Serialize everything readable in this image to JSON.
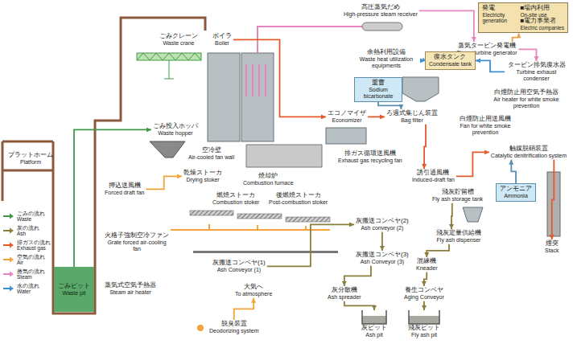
{
  "diagram": {
    "nodes": [
      {
        "text": [
          "高圧蒸気だめ",
          "High-pressure steam receiver"
        ]
      },
      {
        "text": [
          "発電",
          "Electricity generation",
          "■場内利用",
          "On-site use",
          "■電力事業者",
          "Electric companies"
        ]
      },
      {
        "text": [
          "蒸気タービン発電機",
          "Steam turbine generator"
        ]
      },
      {
        "text": [
          "ごみクレーン",
          "Waste crane"
        ]
      },
      {
        "text": [
          "ボイラ",
          "Boiler"
        ]
      },
      {
        "text": [
          "余熱利用設備",
          "Waste heat utilization equipments"
        ]
      },
      {
        "text": [
          "復水タンク",
          "Condensate tank"
        ]
      },
      {
        "text": [
          "タービン排気復水器",
          "Turbine exhaust condenser"
        ]
      },
      {
        "text": [
          "重曹",
          "Sodium bicarbonate"
        ]
      },
      {
        "text": [
          "白煙防止用空気予熱器",
          "Air heater for white smoke prevention"
        ]
      },
      {
        "text": [
          "エコノマイザ",
          "Economizer"
        ]
      },
      {
        "text": [
          "ろ過式集じん装置",
          "Bag filter"
        ]
      },
      {
        "text": [
          "白煙防止用送風機",
          "Fan for white smoke prevention"
        ]
      },
      {
        "text": [
          "ごみ投入ホッパ",
          "Waste hopper"
        ]
      },
      {
        "text": [
          "空冷壁",
          "Air-cooled fan wall"
        ]
      },
      {
        "text": [
          "排ガス循環送風機",
          "Exhaust gas recycling fan"
        ]
      },
      {
        "text": [
          "触媒脱硝装置",
          "Catalytic denitrification system"
        ]
      },
      {
        "text": [
          "誘引通風機",
          "Induced-draft fan"
        ]
      },
      {
        "text": [
          "アンモニア",
          "Ammonia"
        ]
      },
      {
        "text": [
          "焼却炉",
          "Combustion furnace"
        ]
      },
      {
        "text": [
          "プラットホーム",
          "Platform"
        ]
      },
      {
        "text": [
          "押込送風機",
          "Forced draft fan"
        ]
      },
      {
        "text": [
          "乾燥ストーカ",
          "Drying stoker"
        ]
      },
      {
        "text": [
          "燃焼ストーカ",
          "Combustion stoker"
        ]
      },
      {
        "text": [
          "後燃焼ストーカ",
          "Post-combustion stoker"
        ]
      },
      {
        "text": [
          "飛灰貯留槽",
          "Fly ash storage tank"
        ]
      },
      {
        "text": [
          "灰搬送コンベヤ(2)",
          "Ash conveyor (2)"
        ]
      },
      {
        "text": [
          "火格子強制空冷ファン",
          "Grate forced air-cooling fan"
        ]
      },
      {
        "text": [
          "飛灰定量供給機",
          "Fly ash dispenser"
        ]
      },
      {
        "text": [
          "煙突",
          "Stack"
        ]
      },
      {
        "text": [
          "灰搬送コンベヤ(3)",
          "Ash Conveyor (3)"
        ]
      },
      {
        "text": [
          "混練機",
          "Kneader"
        ]
      },
      {
        "text": [
          "灰搬送コンベヤ(1)",
          "Ash Conveyor (1)"
        ]
      },
      {
        "text": [
          "ごみピット",
          "Waste pit"
        ]
      },
      {
        "text": [
          "蒸気式空気予熱器",
          "Steam air heater"
        ]
      },
      {
        "text": [
          "大気へ",
          "To atmosphere"
        ]
      },
      {
        "text": [
          "灰分散機",
          "Ash spreader"
        ]
      },
      {
        "text": [
          "養生コンベヤ",
          "Aging Conveyor"
        ]
      },
      {
        "text": [
          "脱臭装置",
          "Deodorizing system"
        ]
      },
      {
        "text": [
          "灰ピット",
          "Ash pit"
        ]
      },
      {
        "text": [
          "飛灰ピット",
          "Fly ash pit"
        ]
      }
    ],
    "edges": [
      {
        "from": 0,
        "to": 2,
        "arrow": "to"
      },
      {
        "from": 2,
        "to": 1,
        "arrow": "to"
      },
      {
        "from": 2,
        "to": 7,
        "arrow": "to"
      },
      {
        "from": 7,
        "to": 6,
        "arrow": "to"
      },
      {
        "from": 5,
        "to": 6,
        "arrow": "to"
      },
      {
        "from": 8,
        "to": 11,
        "arrow": "to"
      },
      {
        "from": 10,
        "to": 11,
        "arrow": "to"
      },
      {
        "from": 11,
        "to": 17,
        "arrow": "to"
      },
      {
        "from": 17,
        "to": 16,
        "arrow": "to"
      },
      {
        "from": 18,
        "to": 16,
        "arrow": "to"
      },
      {
        "from": 16,
        "to": 29,
        "arrow": "to"
      },
      {
        "from": 25,
        "to": 28,
        "arrow": "to"
      },
      {
        "from": 28,
        "to": 31,
        "arrow": "to"
      },
      {
        "from": 31,
        "to": 37,
        "arrow": "to"
      },
      {
        "from": 37,
        "to": 40,
        "arrow": "to"
      },
      {
        "from": 30,
        "to": 36,
        "arrow": "to"
      },
      {
        "from": 36,
        "to": 39,
        "arrow": "to"
      },
      {
        "from": 26,
        "to": 30,
        "arrow": "to"
      },
      {
        "from": 32,
        "to": 26,
        "arrow": "to"
      },
      {
        "from": 33,
        "to": 13,
        "arrow": "to"
      },
      {
        "from": 21,
        "to": 22,
        "arrow": "to"
      },
      {
        "from": 38,
        "to": 35,
        "arrow": "to"
      },
      {
        "from": 4,
        "to": 10,
        "arrow": "to"
      }
    ],
    "legend": [
      {
        "text": "ごみの流れ Waste",
        "color": "#3e9a4a"
      },
      {
        "text": "灰の流れ Ash",
        "color": "#8b7d3a"
      },
      {
        "text": "排ガスの流れ Exhaust gas",
        "color": "#e35a2b"
      },
      {
        "text": "空気の流れ Air",
        "color": "#f2a33a"
      },
      {
        "text": "蒸気の流れ Steam",
        "color": "#e684c0"
      },
      {
        "text": "水の流れ Water",
        "color": "#3d8fcf"
      }
    ]
  }
}
